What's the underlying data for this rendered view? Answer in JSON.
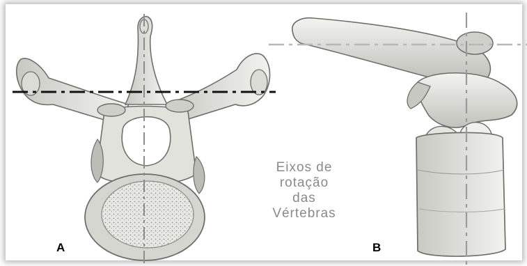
{
  "caption": {
    "lines": [
      "Eixos de",
      "rotação",
      "das",
      "Vértebras"
    ]
  },
  "panels": {
    "a_label": "A",
    "b_label": "B"
  },
  "colors": {
    "frame_bg": "#ffffff",
    "bone_fill": "#ecece8",
    "bone_stroke": "#6e6e6a",
    "bone_shade": "#bdbdb8",
    "axis_dark": "#111111",
    "axis_light": "#b8b8b8",
    "caption_text": "#8a8a8a"
  }
}
